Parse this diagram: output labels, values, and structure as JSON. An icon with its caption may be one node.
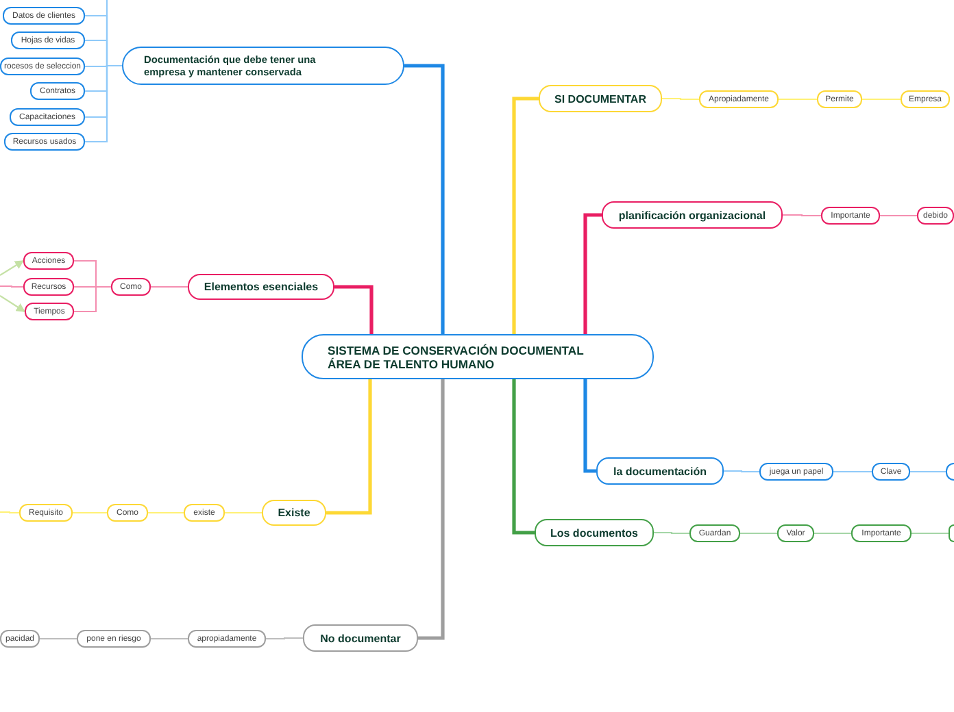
{
  "diagram": {
    "nodes": [
      {
        "text": [
          "SISTEMA DE CONSERVACIÓN DOCUMENTAL ÁREA DE TALENTO HUMANO"
        ]
      },
      {
        "text": [
          "Documentación que debe tener una empresa y mantener conservada"
        ]
      },
      {
        "text": [
          "Datos de clientes"
        ]
      },
      {
        "text": [
          "Hojas de vidas"
        ]
      },
      {
        "text": [
          "rocesos de seleccion"
        ]
      },
      {
        "text": [
          "Contratos"
        ]
      },
      {
        "text": [
          "Capacitaciones"
        ]
      },
      {
        "text": [
          "Recursos usados"
        ]
      },
      {
        "text": [
          "Elementos esenciales"
        ]
      },
      {
        "text": [
          "Como"
        ]
      },
      {
        "text": [
          "Acciones"
        ]
      },
      {
        "text": [
          "Recursos"
        ]
      },
      {
        "text": [
          "Tiempos"
        ]
      },
      {
        "text": [
          "Existe"
        ]
      },
      {
        "text": [
          "existe"
        ]
      },
      {
        "text": [
          "Como"
        ]
      },
      {
        "text": [
          "Requisito"
        ]
      },
      {
        "text": [
          "No documentar"
        ]
      },
      {
        "text": [
          "apropiadamente"
        ]
      },
      {
        "text": [
          "pone en riesgo"
        ]
      },
      {
        "text": [
          "pacidad"
        ]
      },
      {
        "text": [
          "SI DOCUMENTAR"
        ]
      },
      {
        "text": [
          "Apropiadamente"
        ]
      },
      {
        "text": [
          "Permite"
        ]
      },
      {
        "text": [
          "Empresa"
        ]
      },
      {
        "text": [
          "planificación organizacional"
        ]
      },
      {
        "text": [
          "Importante"
        ]
      },
      {
        "text": [
          "debido"
        ]
      },
      {
        "text": [
          "la documentación"
        ]
      },
      {
        "text": [
          "juega un papel"
        ]
      },
      {
        "text": [
          "Clave"
        ]
      },
      {
        "text": [],
        "shape": "box"
      },
      {
        "text": [
          "Los documentos"
        ]
      },
      {
        "text": [
          "Guardan"
        ]
      },
      {
        "text": [
          "Valor"
        ]
      },
      {
        "text": [
          "Importante"
        ]
      },
      {
        "text": [],
        "shape": "box"
      }
    ],
    "edges": [
      {
        "from": 0,
        "to": 1,
        "arrow": "none",
        "style": "thick",
        "color": "#1e88e5"
      },
      {
        "from": 0,
        "to": 21,
        "arrow": "none",
        "style": "thick",
        "color": "#fdd835"
      },
      {
        "from": 0,
        "to": 25,
        "arrow": "none",
        "style": "thick",
        "color": "#e91e63"
      },
      {
        "from": 0,
        "to": 8,
        "arrow": "none",
        "style": "thick",
        "color": "#e91e63"
      },
      {
        "from": 0,
        "to": 13,
        "arrow": "none",
        "style": "thick",
        "color": "#fdd835"
      },
      {
        "from": 0,
        "to": 17,
        "arrow": "none",
        "style": "thick",
        "color": "#9e9e9e"
      },
      {
        "from": 0,
        "to": 32,
        "arrow": "none",
        "style": "thick",
        "color": "#43a047"
      },
      {
        "from": 0,
        "to": 28,
        "arrow": "none",
        "style": "thick",
        "color": "#1e88e5"
      },
      {
        "from": 1,
        "to": 2,
        "arrow": "none",
        "color": "#90caf9"
      },
      {
        "from": 1,
        "to": 3,
        "arrow": "none",
        "color": "#90caf9"
      },
      {
        "from": 1,
        "to": 4,
        "arrow": "none",
        "color": "#90caf9"
      },
      {
        "from": 1,
        "to": 5,
        "arrow": "none",
        "color": "#90caf9"
      },
      {
        "from": 1,
        "to": 6,
        "arrow": "none",
        "color": "#90caf9"
      },
      {
        "from": 1,
        "to": 7,
        "arrow": "none",
        "color": "#90caf9"
      },
      {
        "from": 1,
        "to": null,
        "arrow": "none",
        "color": "#90caf9"
      },
      {
        "from": 8,
        "to": 9,
        "arrow": "none",
        "color": "#f48fb1"
      },
      {
        "from": 9,
        "to": 10,
        "arrow": "none",
        "color": "#f48fb1"
      },
      {
        "from": 9,
        "to": 11,
        "arrow": "none",
        "color": "#f48fb1"
      },
      {
        "from": 9,
        "to": 12,
        "arrow": "none",
        "color": "#f48fb1"
      },
      {
        "from": null,
        "to": 10,
        "arrow": "to",
        "color": "#c5e1a5"
      },
      {
        "from": null,
        "to": 12,
        "arrow": "to",
        "color": "#c5e1a5"
      },
      {
        "from": 11,
        "to": null,
        "arrow": "none",
        "color": "#f48fb1"
      },
      {
        "from": 13,
        "to": 14,
        "arrow": "none",
        "color": "#fff176"
      },
      {
        "from": 14,
        "to": 15,
        "arrow": "none",
        "color": "#fff176"
      },
      {
        "from": 15,
        "to": 16,
        "arrow": "none",
        "color": "#fff176"
      },
      {
        "from": 16,
        "to": null,
        "arrow": "none",
        "color": "#fff176"
      },
      {
        "from": 17,
        "to": 18,
        "arrow": "none",
        "color": "#bdbdbd"
      },
      {
        "from": 18,
        "to": 19,
        "arrow": "none",
        "color": "#bdbdbd"
      },
      {
        "from": 19,
        "to": 20,
        "arrow": "none",
        "color": "#bdbdbd"
      },
      {
        "from": 21,
        "to": 22,
        "arrow": "none",
        "color": "#fff176"
      },
      {
        "from": 22,
        "to": 23,
        "arrow": "none",
        "color": "#fff176"
      },
      {
        "from": 23,
        "to": 24,
        "arrow": "none",
        "color": "#fff176"
      },
      {
        "from": 25,
        "to": 26,
        "arrow": "none",
        "color": "#f48fb1"
      },
      {
        "from": 26,
        "to": 27,
        "arrow": "none",
        "color": "#f48fb1"
      },
      {
        "from": 28,
        "to": 29,
        "arrow": "none",
        "color": "#90caf9"
      },
      {
        "from": 29,
        "to": 30,
        "arrow": "none",
        "color": "#90caf9"
      },
      {
        "from": 30,
        "to": 31,
        "arrow": "none",
        "color": "#90caf9"
      },
      {
        "from": 32,
        "to": 33,
        "arrow": "none",
        "color": "#a5d6a7"
      },
      {
        "from": 33,
        "to": 34,
        "arrow": "none",
        "color": "#a5d6a7"
      },
      {
        "from": 34,
        "to": 35,
        "arrow": "none",
        "color": "#a5d6a7"
      },
      {
        "from": 35,
        "to": 36,
        "arrow": "none",
        "color": "#a5d6a7"
      }
    ]
  }
}
